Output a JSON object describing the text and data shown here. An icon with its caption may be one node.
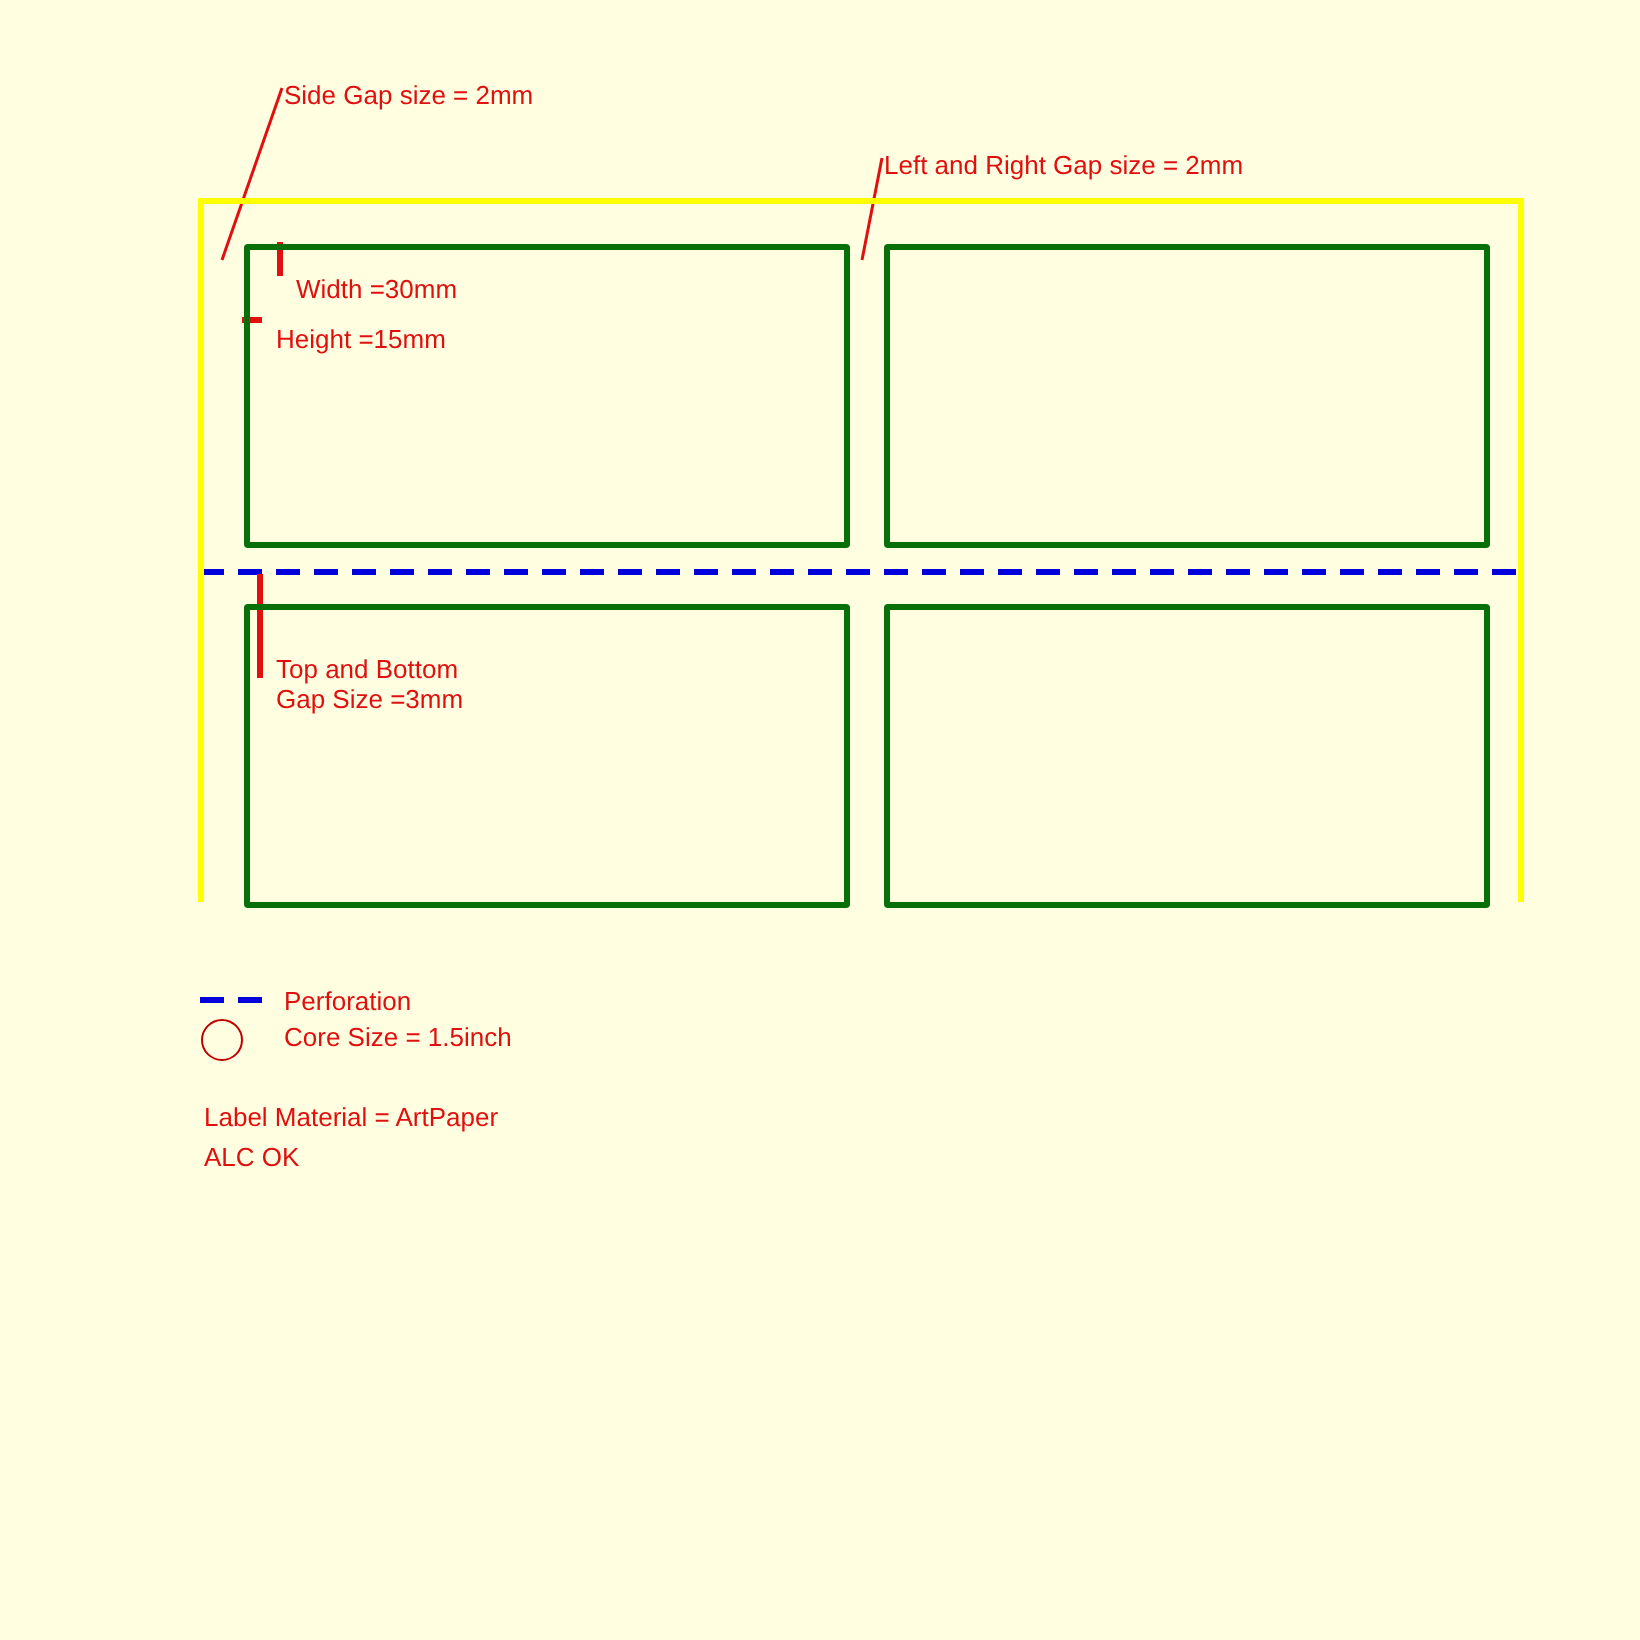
{
  "diagram": {
    "nodes": [
      {
        "text": [
          "Side Gap size = 2mm"
        ]
      },
      {
        "text": [
          "Left and Right Gap size = 2mm"
        ]
      },
      {
        "text": [],
        "shape": "box"
      },
      {
        "text": [],
        "shape": "box",
        "in": 2
      },
      {
        "text": [
          "Width =30mm"
        ],
        "in": 3
      },
      {
        "text": [
          "Height =15mm"
        ],
        "in": 3
      },
      {
        "text": [],
        "shape": "box",
        "in": 2
      },
      {
        "text": [],
        "shape": "box",
        "in": 2
      },
      {
        "text": [
          "Top and Bottom Gap Size =3mm"
        ],
        "in": 7
      },
      {
        "text": [],
        "shape": "box",
        "in": 2
      }
    ],
    "edges": [
      {
        "from": 0,
        "to": 3,
        "arrow": "none"
      },
      {
        "from": 1,
        "to": 3,
        "arrow": "none"
      },
      {
        "from": 4,
        "to": null,
        "arrow": "none"
      },
      {
        "from": 5,
        "to": null,
        "arrow": "none"
      },
      {
        "from": 8,
        "to": null,
        "arrow": "none"
      }
    ],
    "labels": [
      "Label Material = ArtPaper",
      "ALC OK"
    ],
    "legend": [
      {
        "text": "Perforation"
      },
      {
        "text": "Core Size = 1.5inch"
      }
    ]
  }
}
